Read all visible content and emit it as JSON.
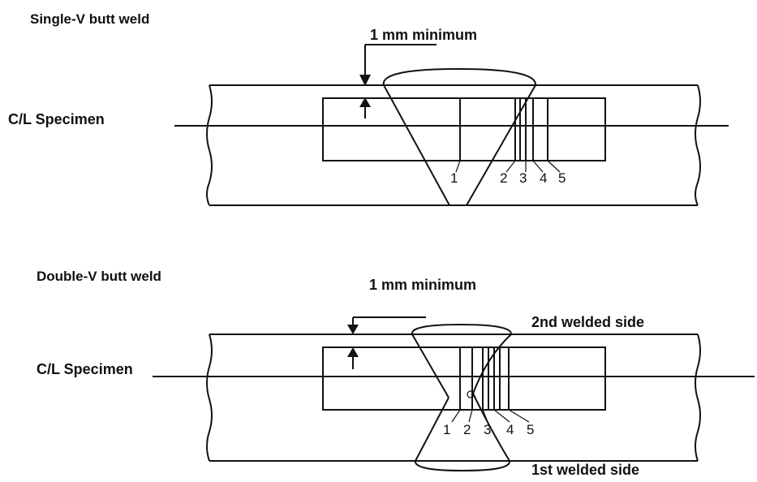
{
  "single": {
    "title": "Single-V butt weld",
    "min_label": "1 mm minimum",
    "cl_label": "C/L Specimen",
    "positions": [
      "1",
      "2",
      "3",
      "4",
      "5"
    ]
  },
  "double": {
    "title": "Double-V butt weld",
    "min_label": "1 mm minimum",
    "cl_label": "C/L Specimen",
    "second_side": "2nd welded side",
    "first_side": "1st welded side",
    "positions": [
      "1",
      "2",
      "3",
      "4",
      "5"
    ]
  }
}
